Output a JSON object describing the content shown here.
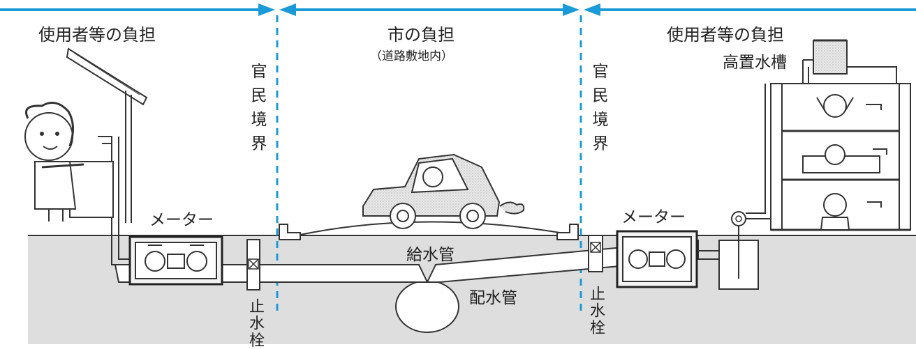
{
  "responsibility": {
    "left": "使用者等の負担",
    "center": "市の負担",
    "center_sub": "（道路敷地内）",
    "right": "使用者等の負担"
  },
  "boundary": {
    "left": "官民境界",
    "right": "官民境界"
  },
  "labels": {
    "meter_left": "メーター",
    "meter_right": "メーター",
    "supply_pipe": "給水管",
    "distribution_pipe": "配水管",
    "stop_valve_left": "止水栓",
    "stop_valve_right": "止水栓",
    "elevated_tank": "高置水槽"
  },
  "colors": {
    "boundary_line": "#1a9ad6",
    "ground": "#dedede",
    "ink": "#222222"
  }
}
